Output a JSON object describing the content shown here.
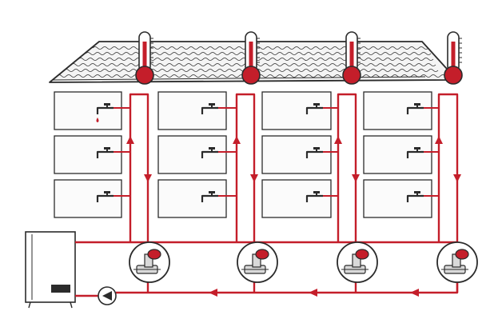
{
  "colors": {
    "pipe": "#c41e2a",
    "ink": "#2b2b2b",
    "paper": "#ffffff",
    "roof_fill": "#f4f4f4",
    "panel_fill": "#fbfbfb",
    "valve_fill": "#d9d9d9"
  },
  "icons": {
    "thermometer": "thermometer-icon",
    "tap": "water-tap-icon",
    "valve": "balancing-valve-icon",
    "pump": "circulation-pump-icon",
    "boiler": "water-heater-icon",
    "flow": "flow-arrow-icon",
    "drop": "water-drop-icon"
  },
  "diagram": {
    "risers": 4,
    "floors": 3,
    "thermometers": 4,
    "valves": 4,
    "water_drops": 1
  }
}
